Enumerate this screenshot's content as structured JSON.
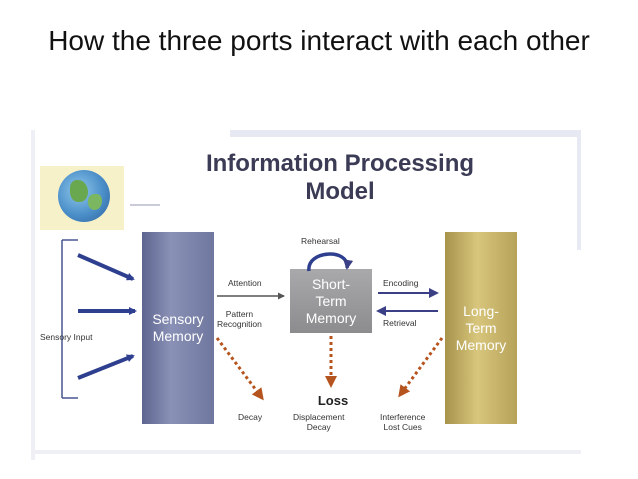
{
  "slide": {
    "title": "How the three ports interact with each other"
  },
  "diagram": {
    "title_line1": "Information Processing",
    "title_line2": "Model",
    "sensory_input_label": "Sensory Input",
    "sensory_memory": [
      "Sensory",
      "Memory"
    ],
    "short_term_memory": [
      "Short-",
      "Term",
      "Memory"
    ],
    "long_term_memory": [
      "Long-",
      "Term",
      "Memory"
    ],
    "rehearsal_label": "Rehearsal",
    "attention_label": "Attention",
    "pattern_recognition_label": [
      "Pattern",
      "Recognition"
    ],
    "encoding_label": "Encoding",
    "retrieval_label": "Retrieval",
    "loss_label": "Loss",
    "decay_label": "Decay",
    "displacement_decay_label": [
      "Displacement",
      "Decay"
    ],
    "interference_lost_cues_label": [
      "Interference",
      "Lost Cues"
    ],
    "colors": {
      "sensory_box": "#7078a0",
      "stm_box": "#9a9a9c",
      "ltm_box": "#c9b66c",
      "input_arrows": "#2f3f8f",
      "loss_arrows": "#b5541e",
      "bidirectional_arrows": "#3a3f86"
    }
  }
}
